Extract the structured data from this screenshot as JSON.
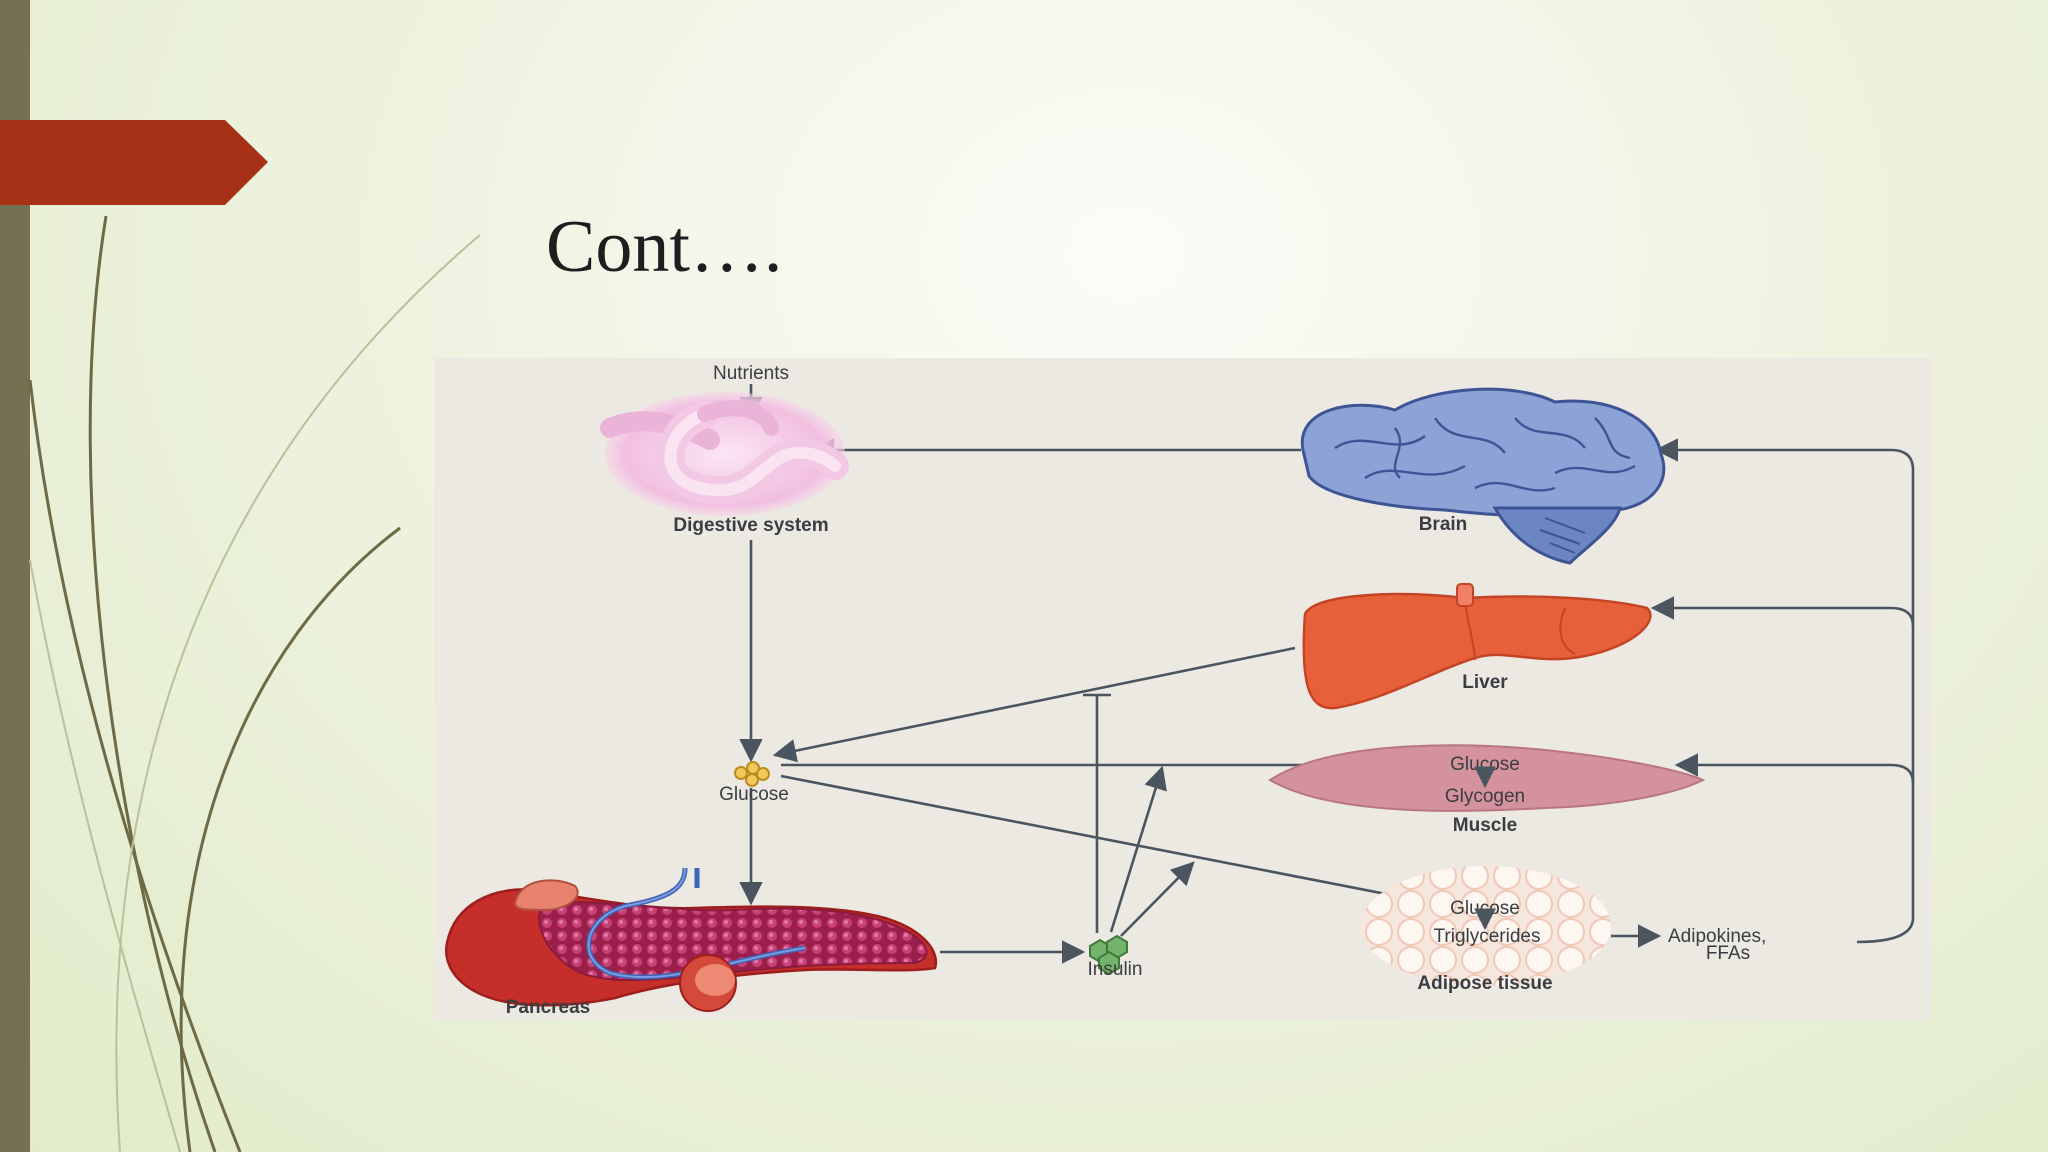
{
  "slide": {
    "title": "Cont….",
    "accent_color": "#a63116",
    "sidebar_color": "#757052"
  },
  "diagram": {
    "nodes": {
      "nutrients": "Nutrients",
      "digestive": "Digestive system",
      "brain": "Brain",
      "liver": "Liver",
      "glucose": "Glucose",
      "muscle": "Muscle",
      "muscle_glucose": "Glucose",
      "muscle_glycogen": "Glycogen",
      "adipose": "Adipose tissue",
      "adipose_glucose": "Glucose",
      "adipose_tg": "Triglycerides",
      "adipokines_1": "Adipokines,",
      "adipokines_2": "FFAs",
      "insulin": "Insulin",
      "pancreas": "Pancreas"
    }
  }
}
